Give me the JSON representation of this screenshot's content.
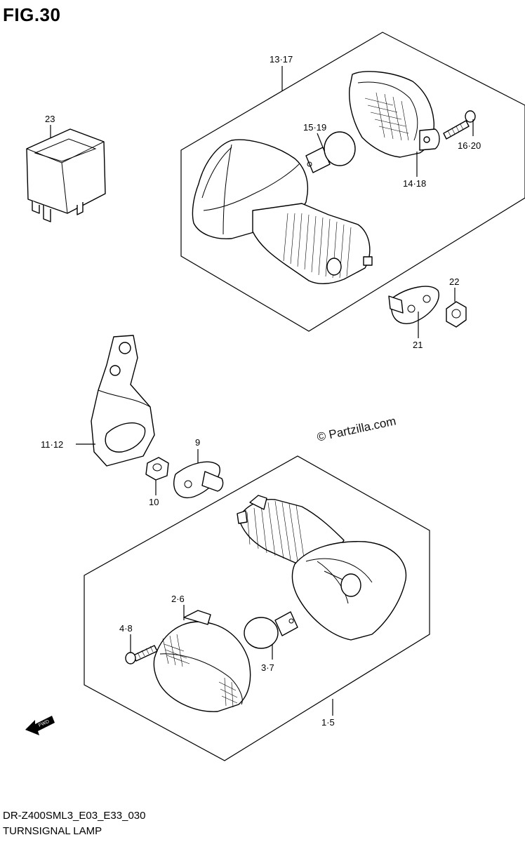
{
  "figure": {
    "title": "FIG.30",
    "model_code": "DR-Z400SML3_E03_E33_030",
    "section_name": "TURNSIGNAL LAMP",
    "watermark": "© Partzilla.com",
    "fwd_marker": "FWD"
  },
  "callouts": [
    {
      "id": "c13",
      "text": "13·17"
    },
    {
      "id": "c23",
      "text": "23"
    },
    {
      "id": "c15",
      "text": "15·19"
    },
    {
      "id": "c16",
      "text": "16·20"
    },
    {
      "id": "c14",
      "text": "14·18"
    },
    {
      "id": "c22",
      "text": "22"
    },
    {
      "id": "c21",
      "text": "21"
    },
    {
      "id": "c11",
      "text": "11·12"
    },
    {
      "id": "c9",
      "text": "9"
    },
    {
      "id": "c10",
      "text": "10"
    },
    {
      "id": "c26",
      "text": "2·6"
    },
    {
      "id": "c48",
      "text": "4·8"
    },
    {
      "id": "c37",
      "text": "3·7"
    },
    {
      "id": "c15b",
      "text": "1·5"
    }
  ]
}
